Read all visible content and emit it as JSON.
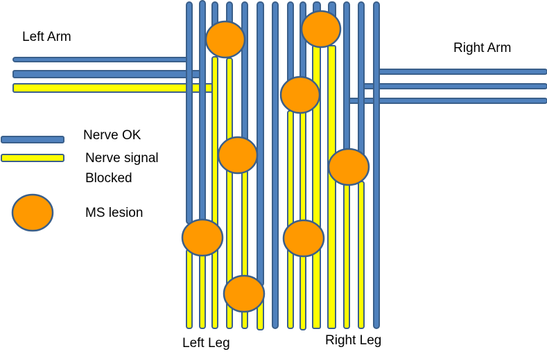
{
  "labels": {
    "left_arm": "Left Arm",
    "right_arm": "Right Arm",
    "left_leg": "Left Leg",
    "right_leg": "Right Leg"
  },
  "legend": {
    "ok": "Nerve OK",
    "blocked_line1": "Nerve signal",
    "blocked_line2": "Blocked",
    "lesion": "MS lesion"
  },
  "colors": {
    "nerve_ok": "#4f81bd",
    "nerve_outline": "#3a5f8a",
    "nerve_blocked": "#ffff00",
    "lesion_fill": "#ff9900",
    "lesion_outline": "#3a5f8a"
  },
  "spinal_nerves": [
    {
      "id": "n1",
      "state_segments": [
        "ok",
        "blocked"
      ],
      "lesion": "l5"
    },
    {
      "id": "n2",
      "state_segments": [
        "ok",
        "blocked"
      ],
      "lesion": "l5"
    },
    {
      "id": "n3",
      "state_segments": [
        "ok",
        "blocked"
      ],
      "lesion": "l1"
    },
    {
      "id": "n4",
      "state_segments": [
        "ok",
        "blocked"
      ],
      "lesion": "l1"
    },
    {
      "id": "n5",
      "state_segments": [
        "ok",
        "blocked"
      ],
      "lesion": "l3"
    },
    {
      "id": "n6",
      "state_segments": [
        "ok",
        "blocked"
      ],
      "lesion": "l6"
    },
    {
      "id": "n7",
      "state_segments": [
        "ok"
      ],
      "lesion": null
    },
    {
      "id": "n8",
      "state_segments": [
        "ok",
        "blocked"
      ],
      "lesion": "l4"
    },
    {
      "id": "n9",
      "state_segments": [
        "ok",
        "blocked"
      ],
      "lesion": "l4"
    },
    {
      "id": "n10",
      "state_segments": [
        "ok",
        "blocked"
      ],
      "lesion": "l2"
    },
    {
      "id": "n11",
      "state_segments": [
        "ok",
        "blocked"
      ],
      "lesion": "l2"
    },
    {
      "id": "n12",
      "state_segments": [
        "ok",
        "blocked"
      ],
      "lesion": "l7"
    },
    {
      "id": "n13",
      "state_segments": [
        "ok",
        "blocked"
      ],
      "lesion": "l7"
    },
    {
      "id": "n14",
      "state_segments": [
        "ok"
      ],
      "lesion": null
    }
  ],
  "arm_nerves": {
    "left": [
      "ok",
      "ok",
      "blocked"
    ],
    "right": [
      "ok",
      "ok",
      "ok"
    ]
  },
  "lesions": [
    "l1",
    "l2",
    "l3",
    "l4",
    "l5",
    "l6",
    "l7",
    "l8"
  ]
}
